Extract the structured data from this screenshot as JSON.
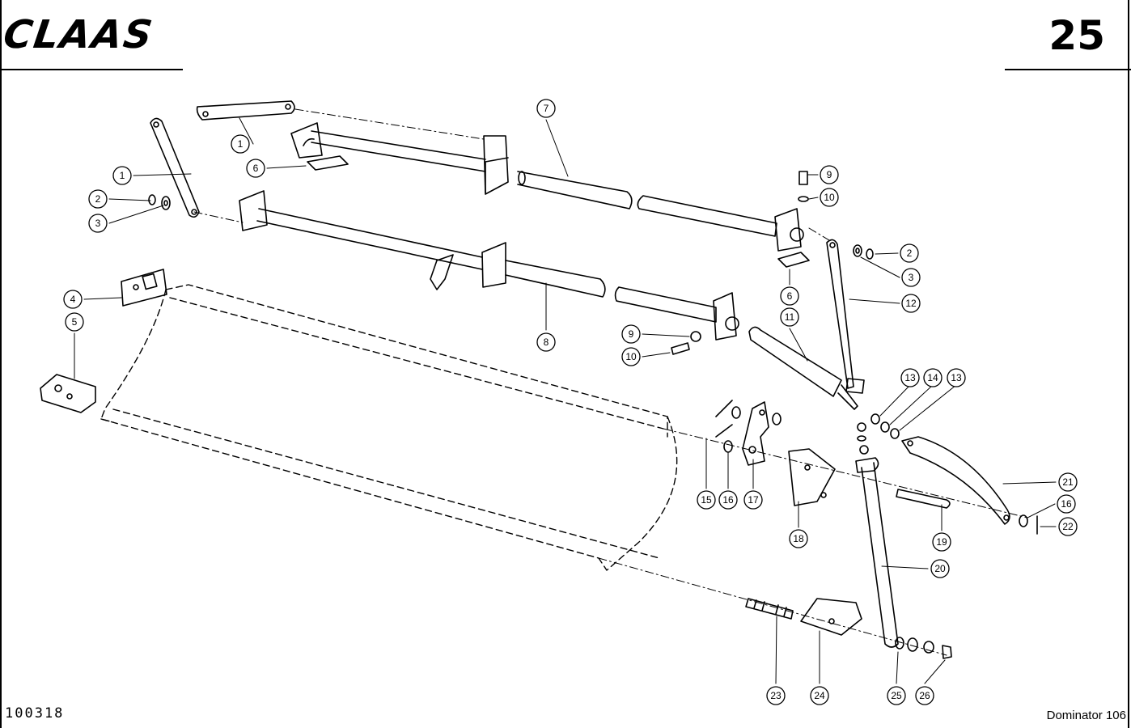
{
  "header": {
    "brand": "CLAAS",
    "page_number": "25"
  },
  "footer": {
    "drawing_number": "100318",
    "model": "Dominator 106"
  },
  "callouts": [
    {
      "id": "c1a",
      "label": "1",
      "part": "rod-left-upper"
    },
    {
      "id": "c1b",
      "label": "1",
      "part": "rod-left-lower"
    },
    {
      "id": "c2a",
      "label": "2",
      "part": "washer-left"
    },
    {
      "id": "c3a",
      "label": "3",
      "part": "ring-left"
    },
    {
      "id": "c4",
      "label": "4",
      "part": "plate-4"
    },
    {
      "id": "c5",
      "label": "5",
      "part": "plate-5"
    },
    {
      "id": "c6a",
      "label": "6",
      "part": "bracket-upper-left"
    },
    {
      "id": "c7",
      "label": "7",
      "part": "shaft-upper"
    },
    {
      "id": "c8",
      "label": "8",
      "part": "shaft-lower"
    },
    {
      "id": "c9a",
      "label": "9",
      "part": "washer-upper-right"
    },
    {
      "id": "c10a",
      "label": "10",
      "part": "bolt-upper-right"
    },
    {
      "id": "c2b",
      "label": "2",
      "part": "washer-right"
    },
    {
      "id": "c3b",
      "label": "3",
      "part": "ring-right"
    },
    {
      "id": "c6b",
      "label": "6",
      "part": "bracket-right"
    },
    {
      "id": "c12",
      "label": "12",
      "part": "link-12"
    },
    {
      "id": "c11",
      "label": "11",
      "part": "strut-11"
    },
    {
      "id": "c9b",
      "label": "9",
      "part": "washer-lower"
    },
    {
      "id": "c10b",
      "label": "10",
      "part": "bolt-lower"
    },
    {
      "id": "c13a",
      "label": "13",
      "part": "nut-13a"
    },
    {
      "id": "c14",
      "label": "14",
      "part": "washer-14"
    },
    {
      "id": "c13b",
      "label": "13",
      "part": "nut-13b"
    },
    {
      "id": "c21",
      "label": "21",
      "part": "arm-21"
    },
    {
      "id": "c16b",
      "label": "16",
      "part": "washer-16b"
    },
    {
      "id": "c22",
      "label": "22",
      "part": "pin-22"
    },
    {
      "id": "c15",
      "label": "15",
      "part": "pin-15"
    },
    {
      "id": "c16a",
      "label": "16",
      "part": "washer-16a"
    },
    {
      "id": "c17",
      "label": "17",
      "part": "bracket-17"
    },
    {
      "id": "c18",
      "label": "18",
      "part": "plate-18"
    },
    {
      "id": "c19",
      "label": "19",
      "part": "pin-19"
    },
    {
      "id": "c20",
      "label": "20",
      "part": "link-20"
    },
    {
      "id": "c23",
      "label": "23",
      "part": "stud-23"
    },
    {
      "id": "c24",
      "label": "24",
      "part": "plate-24"
    },
    {
      "id": "c25",
      "label": "25",
      "part": "washer-25"
    },
    {
      "id": "c26",
      "label": "26",
      "part": "nut-26"
    }
  ]
}
